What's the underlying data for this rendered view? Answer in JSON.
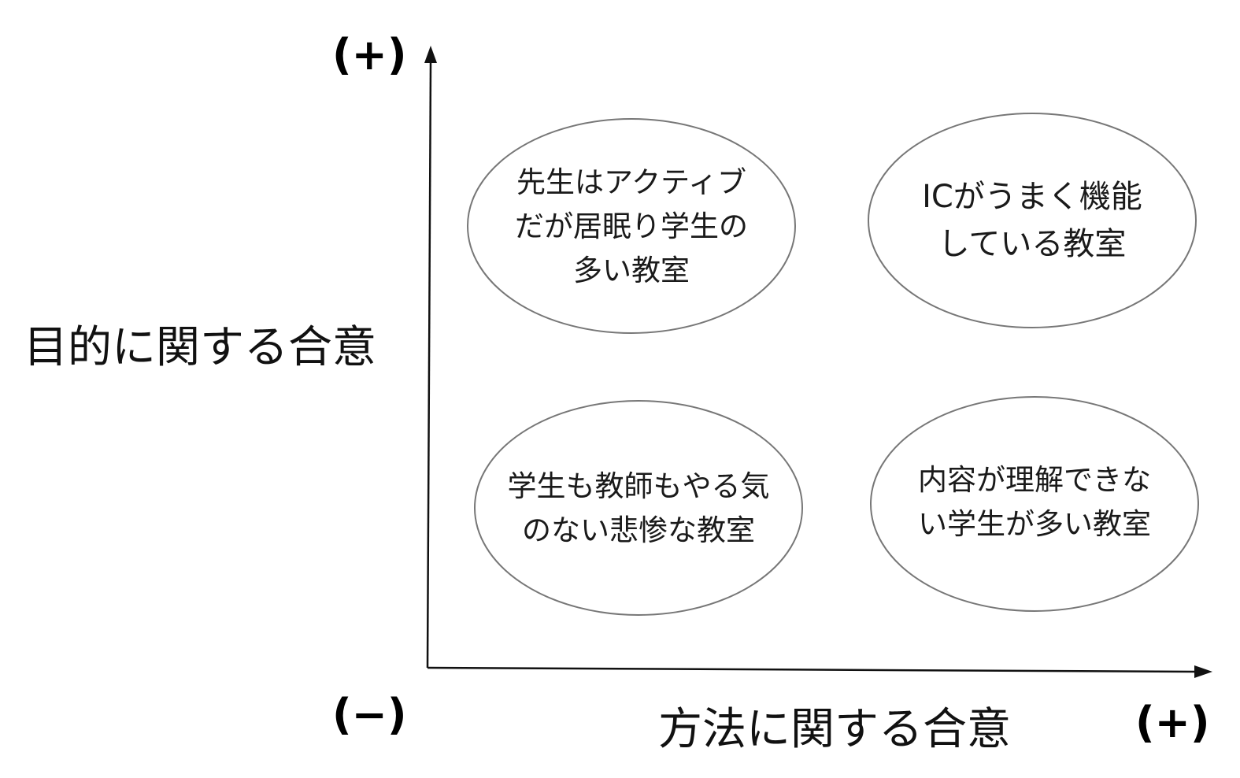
{
  "axes": {
    "y_title": "目的に関する合意",
    "x_title": "方法に関する合意",
    "y_plus": "(+)",
    "origin_minus": "(−)",
    "x_plus": "(+)"
  },
  "quadrants": {
    "top_left": [
      "先生はアクティブ",
      "だが居眠り学生の",
      "多い教室"
    ],
    "top_right": [
      "ICがうまく機能",
      "している教室"
    ],
    "bottom_left": [
      "学生も教師もやる気",
      "のない悲惨な教室"
    ],
    "bottom_right": [
      "内容が理解できな",
      "い学生が多い教室"
    ]
  },
  "colors": {
    "axis": "#111111",
    "ellipse_stroke": "#777777"
  }
}
